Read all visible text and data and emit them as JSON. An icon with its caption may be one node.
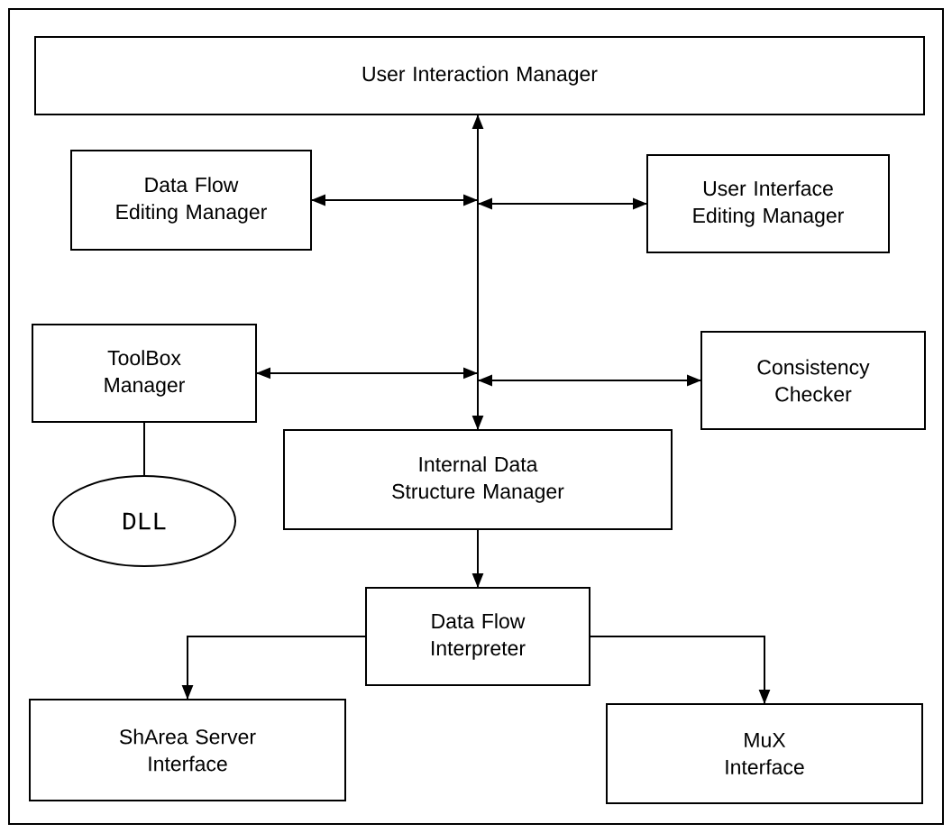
{
  "diagram": {
    "nodes": [
      {
        "text": [
          "User Interaction Manager"
        ]
      },
      {
        "text": [
          "Data Flow Editing Manager"
        ]
      },
      {
        "text": [
          "User Interface Editing Manager"
        ]
      },
      {
        "text": [
          "ToolBox Manager"
        ]
      },
      {
        "text": [
          "Consistency Checker"
        ]
      },
      {
        "text": [
          "Internal Data Structure Manager"
        ]
      },
      {
        "text": [
          "DLL"
        ]
      },
      {
        "text": [
          "Data Flow Interpreter"
        ]
      },
      {
        "text": [
          "ShArea Server Interface"
        ]
      },
      {
        "text": [
          "MuX Interface"
        ]
      }
    ],
    "edges": [
      {
        "from": 5,
        "to": 0,
        "arrow": "both"
      },
      {
        "from": 1,
        "to": null,
        "arrow": "both"
      },
      {
        "from": 2,
        "to": null,
        "arrow": "both"
      },
      {
        "from": 3,
        "to": null,
        "arrow": "both"
      },
      {
        "from": 4,
        "to": null,
        "arrow": "both"
      },
      {
        "from": 3,
        "to": 6,
        "arrow": "none"
      },
      {
        "from": 5,
        "to": 7,
        "arrow": "to"
      },
      {
        "from": 7,
        "to": 8,
        "arrow": "to"
      },
      {
        "from": 7,
        "to": 9,
        "arrow": "to"
      }
    ]
  }
}
